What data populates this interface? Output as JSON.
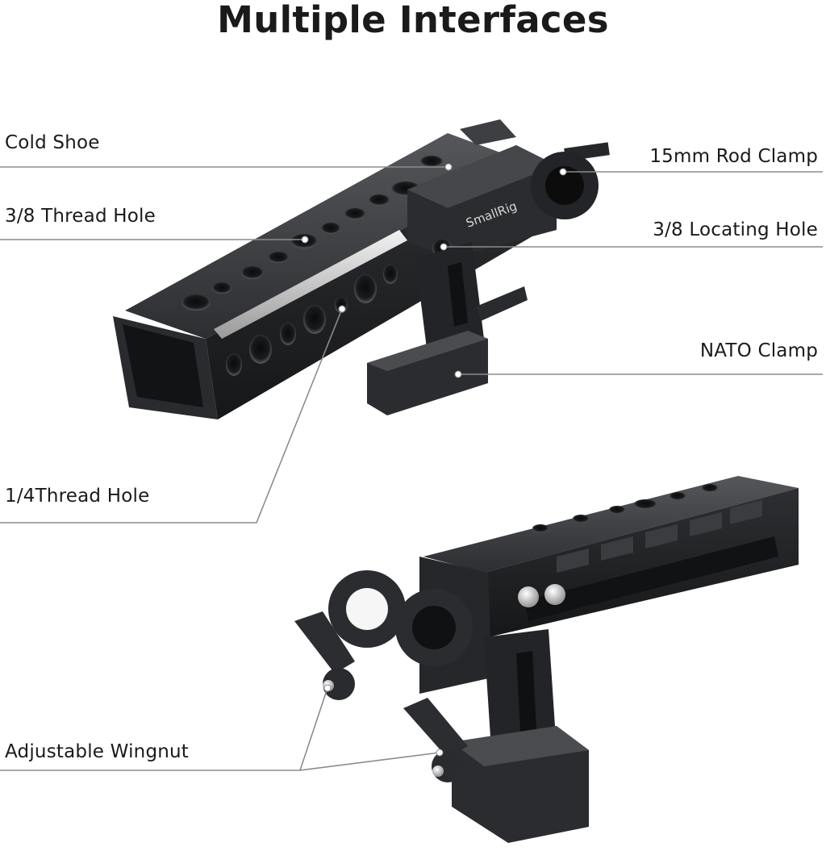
{
  "title": "Multiple Interfaces",
  "brand_engraving": "SmallRig",
  "callouts": [
    {
      "id": "cold-shoe",
      "label": "Cold Shoe"
    },
    {
      "id": "thread-38",
      "label": "3/8 Thread Hole"
    },
    {
      "id": "thread-14",
      "label": "1/4Thread Hole"
    },
    {
      "id": "wingnut",
      "label": "Adjustable Wingnut"
    },
    {
      "id": "rod-clamp",
      "label": "15mm Rod Clamp"
    },
    {
      "id": "locating-hole",
      "label": "3/8 Locating Hole"
    },
    {
      "id": "nato-clamp",
      "label": "NATO Clamp"
    }
  ],
  "colors": {
    "leader_line": "#8c8c8c",
    "metal_dark": "#1e1f21",
    "metal_mid": "#2c2d30",
    "metal_light": "#4a4c50"
  }
}
